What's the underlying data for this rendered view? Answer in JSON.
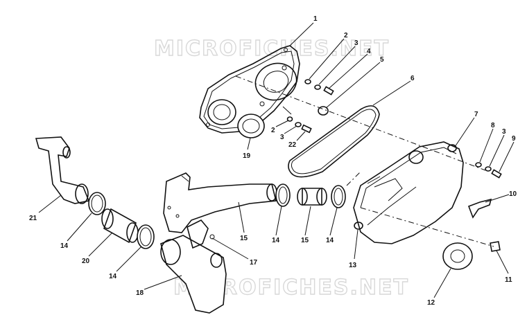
{
  "watermark": {
    "top": "MICROFICHES.NET",
    "bottom": "MICROFICHES.NET"
  },
  "callouts": {
    "c1": "1",
    "c2a": "2",
    "c3a": "3",
    "c4": "4",
    "c5": "5",
    "c6": "6",
    "c2b": "2",
    "c3b": "3",
    "c22": "22",
    "c19": "19",
    "c7": "7",
    "c8": "8",
    "c3c": "3",
    "c9": "9",
    "c10": "10",
    "c11": "11",
    "c12": "12",
    "c13": "13",
    "c21": "21",
    "c14a": "14",
    "c20": "20",
    "c14b": "14",
    "c18": "18",
    "c15a": "15",
    "c17": "17",
    "c14c": "14",
    "c15b": "15",
    "c14d": "14"
  }
}
